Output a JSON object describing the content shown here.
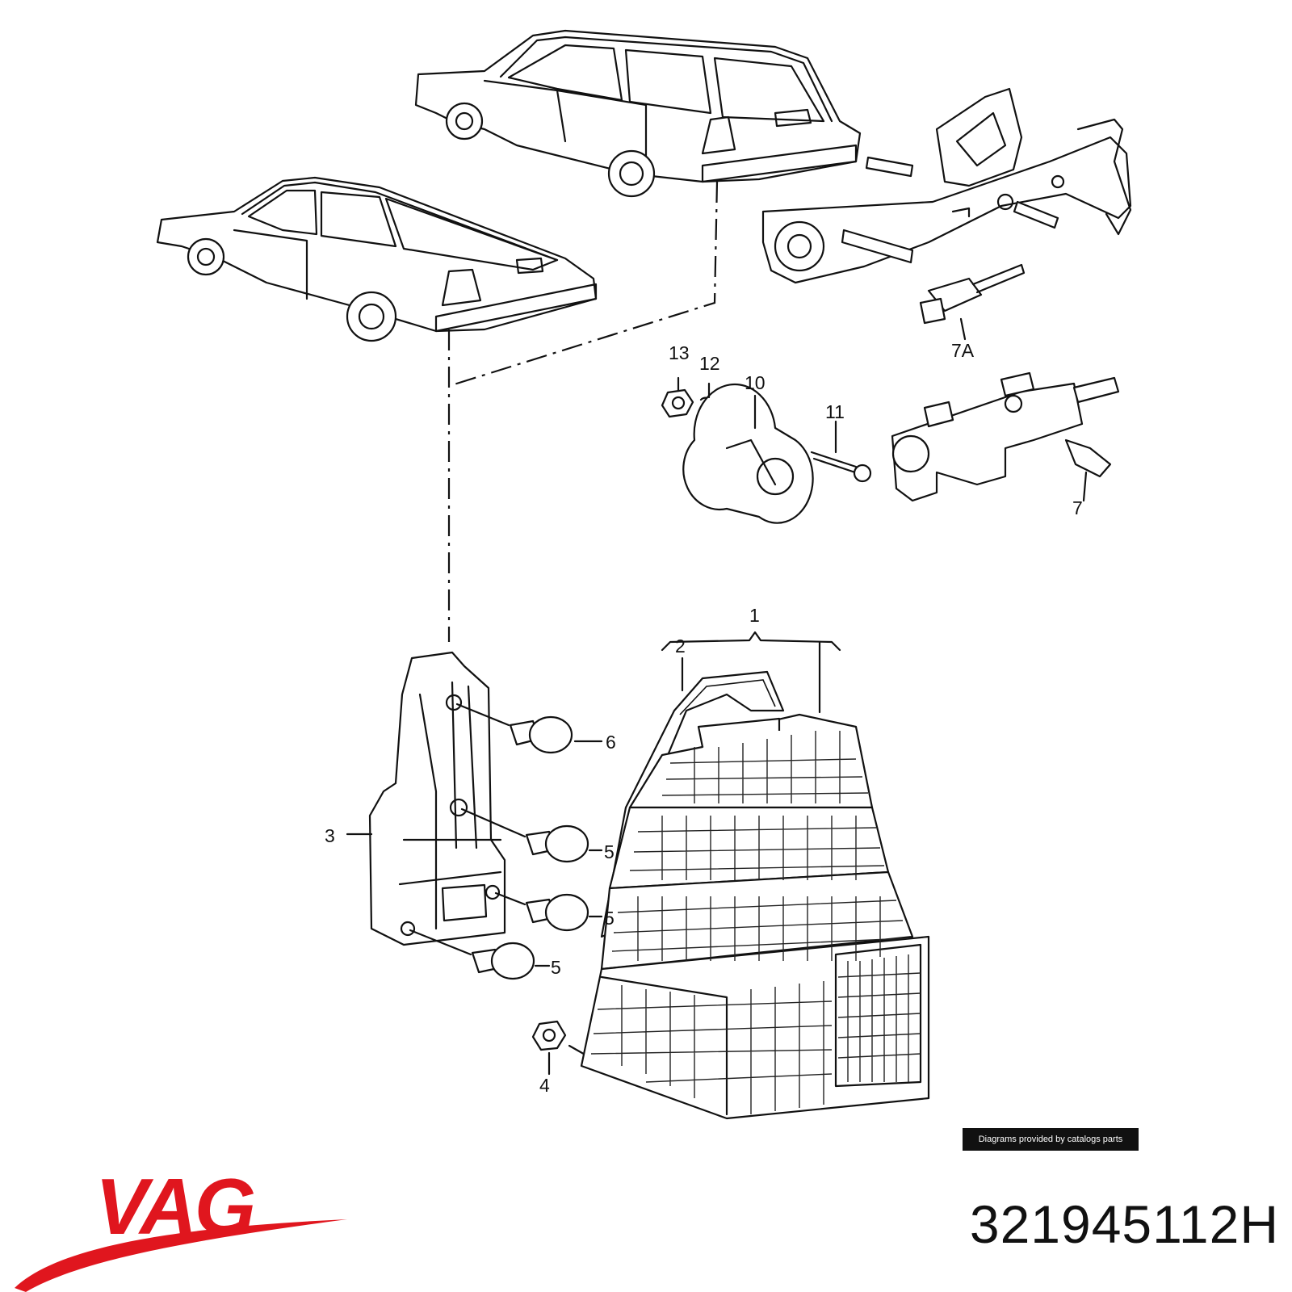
{
  "callouts": {
    "c1": "1",
    "c2": "2",
    "c3": "3",
    "c4": "4",
    "c5a": "5",
    "c5b": "5",
    "c5c": "5",
    "c6": "6",
    "c7": "7",
    "c7a": "7A",
    "c10": "10",
    "c11": "11",
    "c12": "12",
    "c13": "13"
  },
  "credit_text": "Diagrams provided by catalogs parts",
  "brand": {
    "logo_text": "VAG",
    "color": "#e0161e"
  },
  "part_number": "321945112H"
}
